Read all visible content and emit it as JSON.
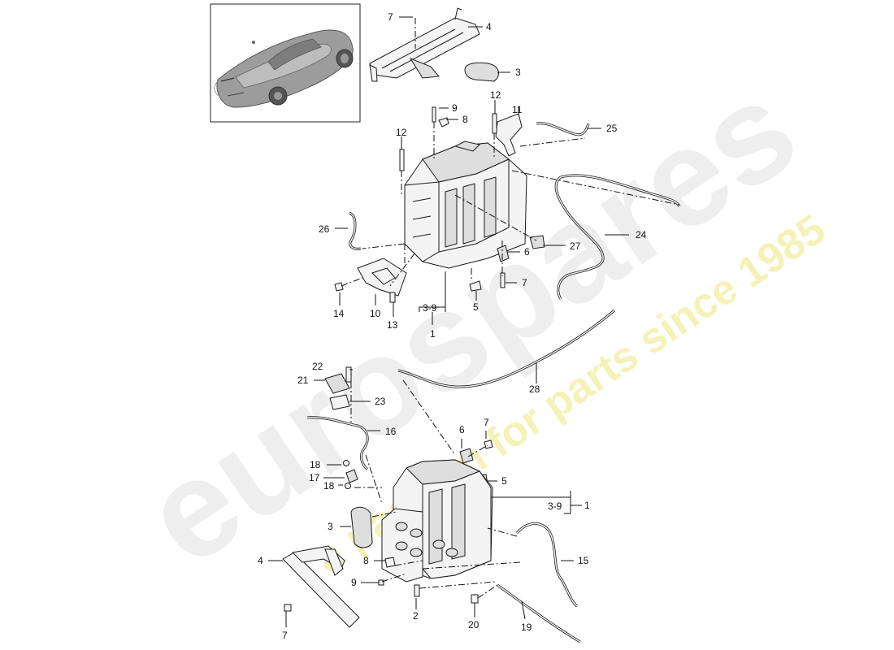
{
  "watermark": {
    "brand": "eurospares",
    "slogan": "a passion for parts since 1985"
  },
  "colors": {
    "watermark_gray": "#e6e6e6",
    "watermark_yellow": "#f3f1b0",
    "line": "#111111"
  },
  "callouts": {
    "top": {
      "c7a": "7",
      "c4a": "4",
      "c3a": "3",
      "c12a": "12",
      "c9a": "9",
      "c8a": "8",
      "c11": "11",
      "c25": "25",
      "c12b": "12",
      "c26": "26",
      "c24": "24",
      "c27": "27",
      "c6a": "6",
      "c7b": "7",
      "c14": "14",
      "c10": "10",
      "c13": "13",
      "c39a": "3-9",
      "c5a": "5",
      "c1a": "1"
    },
    "bottom": {
      "c22": "22",
      "c21": "21",
      "c23": "23",
      "c28": "28",
      "c16": "16",
      "c6b": "6",
      "c7c": "7",
      "c18a": "18",
      "c17": "17",
      "c18b": "18",
      "c5b": "5",
      "c39b": "3-9",
      "c1b": "1",
      "c3b": "3",
      "c15": "15",
      "c4b": "4",
      "c8b": "8",
      "c9b": "9",
      "c2": "2",
      "c20": "20",
      "c19": "19",
      "c7d": "7"
    }
  }
}
